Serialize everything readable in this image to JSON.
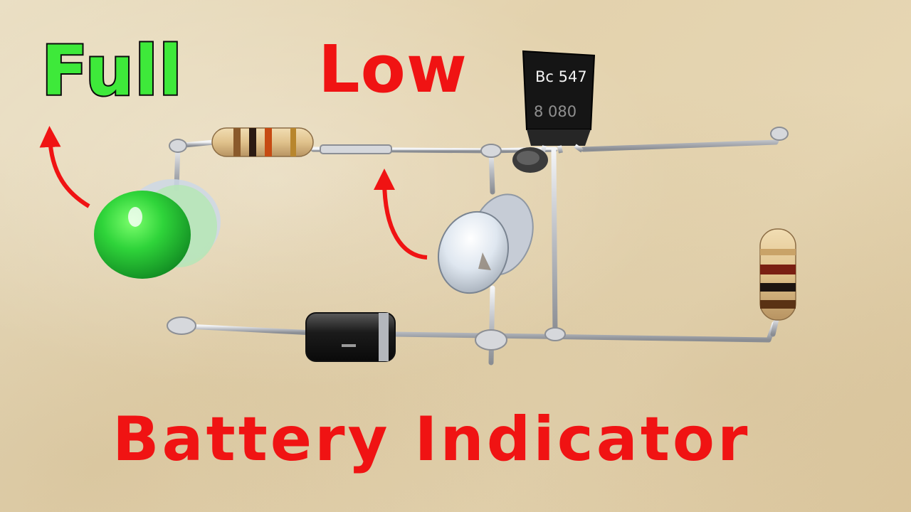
{
  "image": {
    "background_color": "#e6d6b3",
    "description_labels": {
      "full": "Full",
      "low": "Low",
      "title": "Battery Indicator"
    },
    "transistor_marking": {
      "line_1": "Bc 547",
      "line_2": "8 080"
    },
    "colors": {
      "full_label": "#3ee93a",
      "low_label": "#f01313",
      "title_label": "#f01313",
      "arrow": "#f01313",
      "green_led": "#2fd43a",
      "white_led": "#dfe7f0",
      "wire": "#c9ccd1"
    }
  }
}
